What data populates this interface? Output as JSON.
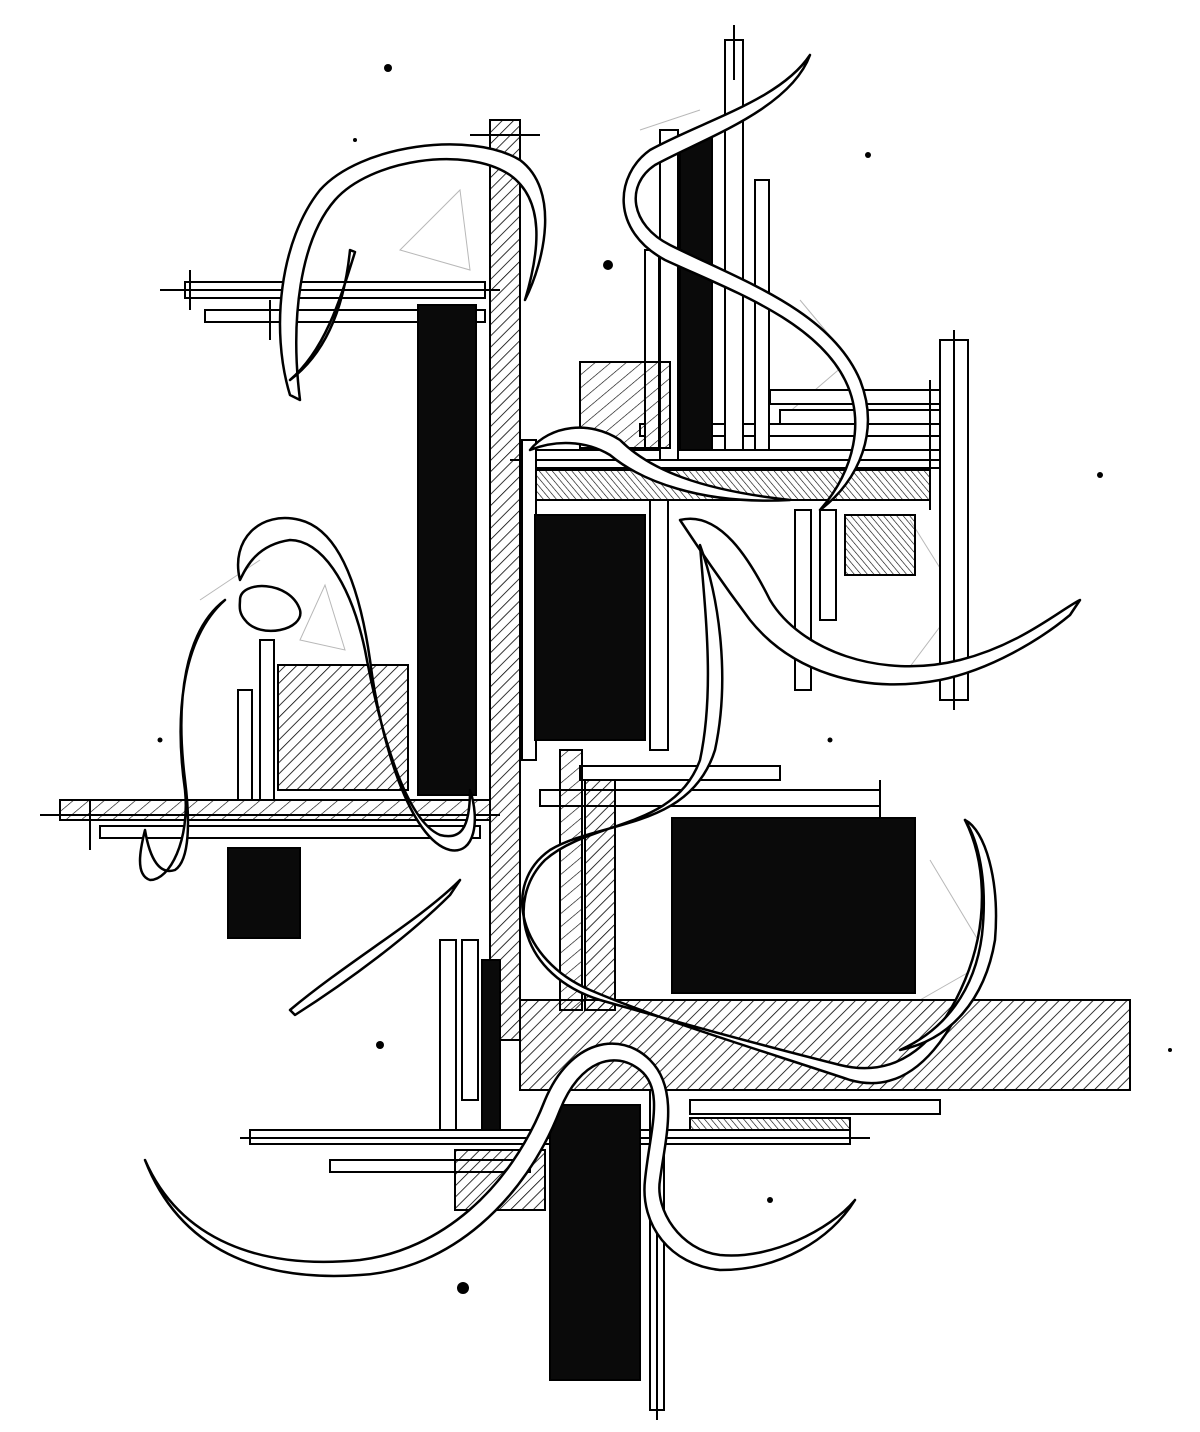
{
  "artwork": {
    "palette": {
      "ink": "#000000",
      "paper": "#ffffff",
      "hatch": "#000000",
      "pencil": "#9a9a9a"
    },
    "motifs": [
      "ink-blocks",
      "hatched-panels",
      "beam-lines",
      "flowing-ribbons",
      "ink-specks"
    ]
  }
}
